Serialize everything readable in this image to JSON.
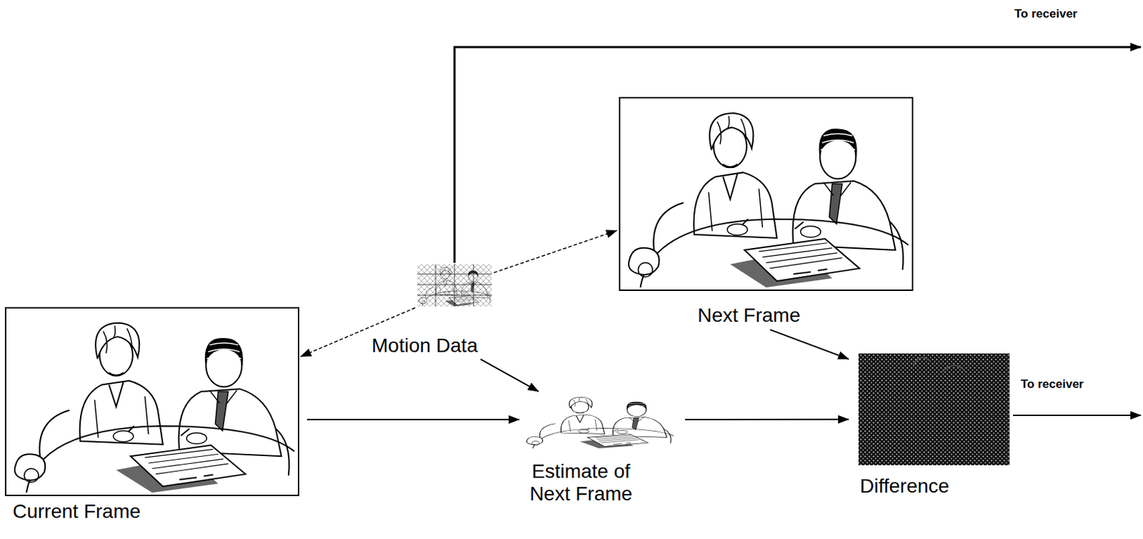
{
  "diagram": {
    "nodes": [
      {
        "text": [
          "Current Frame"
        ]
      },
      {
        "text": [
          "Motion Data"
        ]
      },
      {
        "text": [
          "Next Frame"
        ]
      },
      {
        "text": [
          "Estimate of Next Frame"
        ]
      },
      {
        "text": [
          "Difference"
        ]
      }
    ],
    "edges": [
      {
        "from": 1,
        "to": 0,
        "arrow": "to"
      },
      {
        "from": 1,
        "to": 2,
        "arrow": "to"
      },
      {
        "from": 0,
        "to": 3,
        "arrow": "to"
      },
      {
        "from": 1,
        "to": 3,
        "arrow": "to"
      },
      {
        "from": 3,
        "to": 4,
        "arrow": "to"
      },
      {
        "from": 2,
        "to": 4,
        "arrow": "to"
      }
    ],
    "labels": [
      "To receiver",
      "To receiver"
    ]
  }
}
